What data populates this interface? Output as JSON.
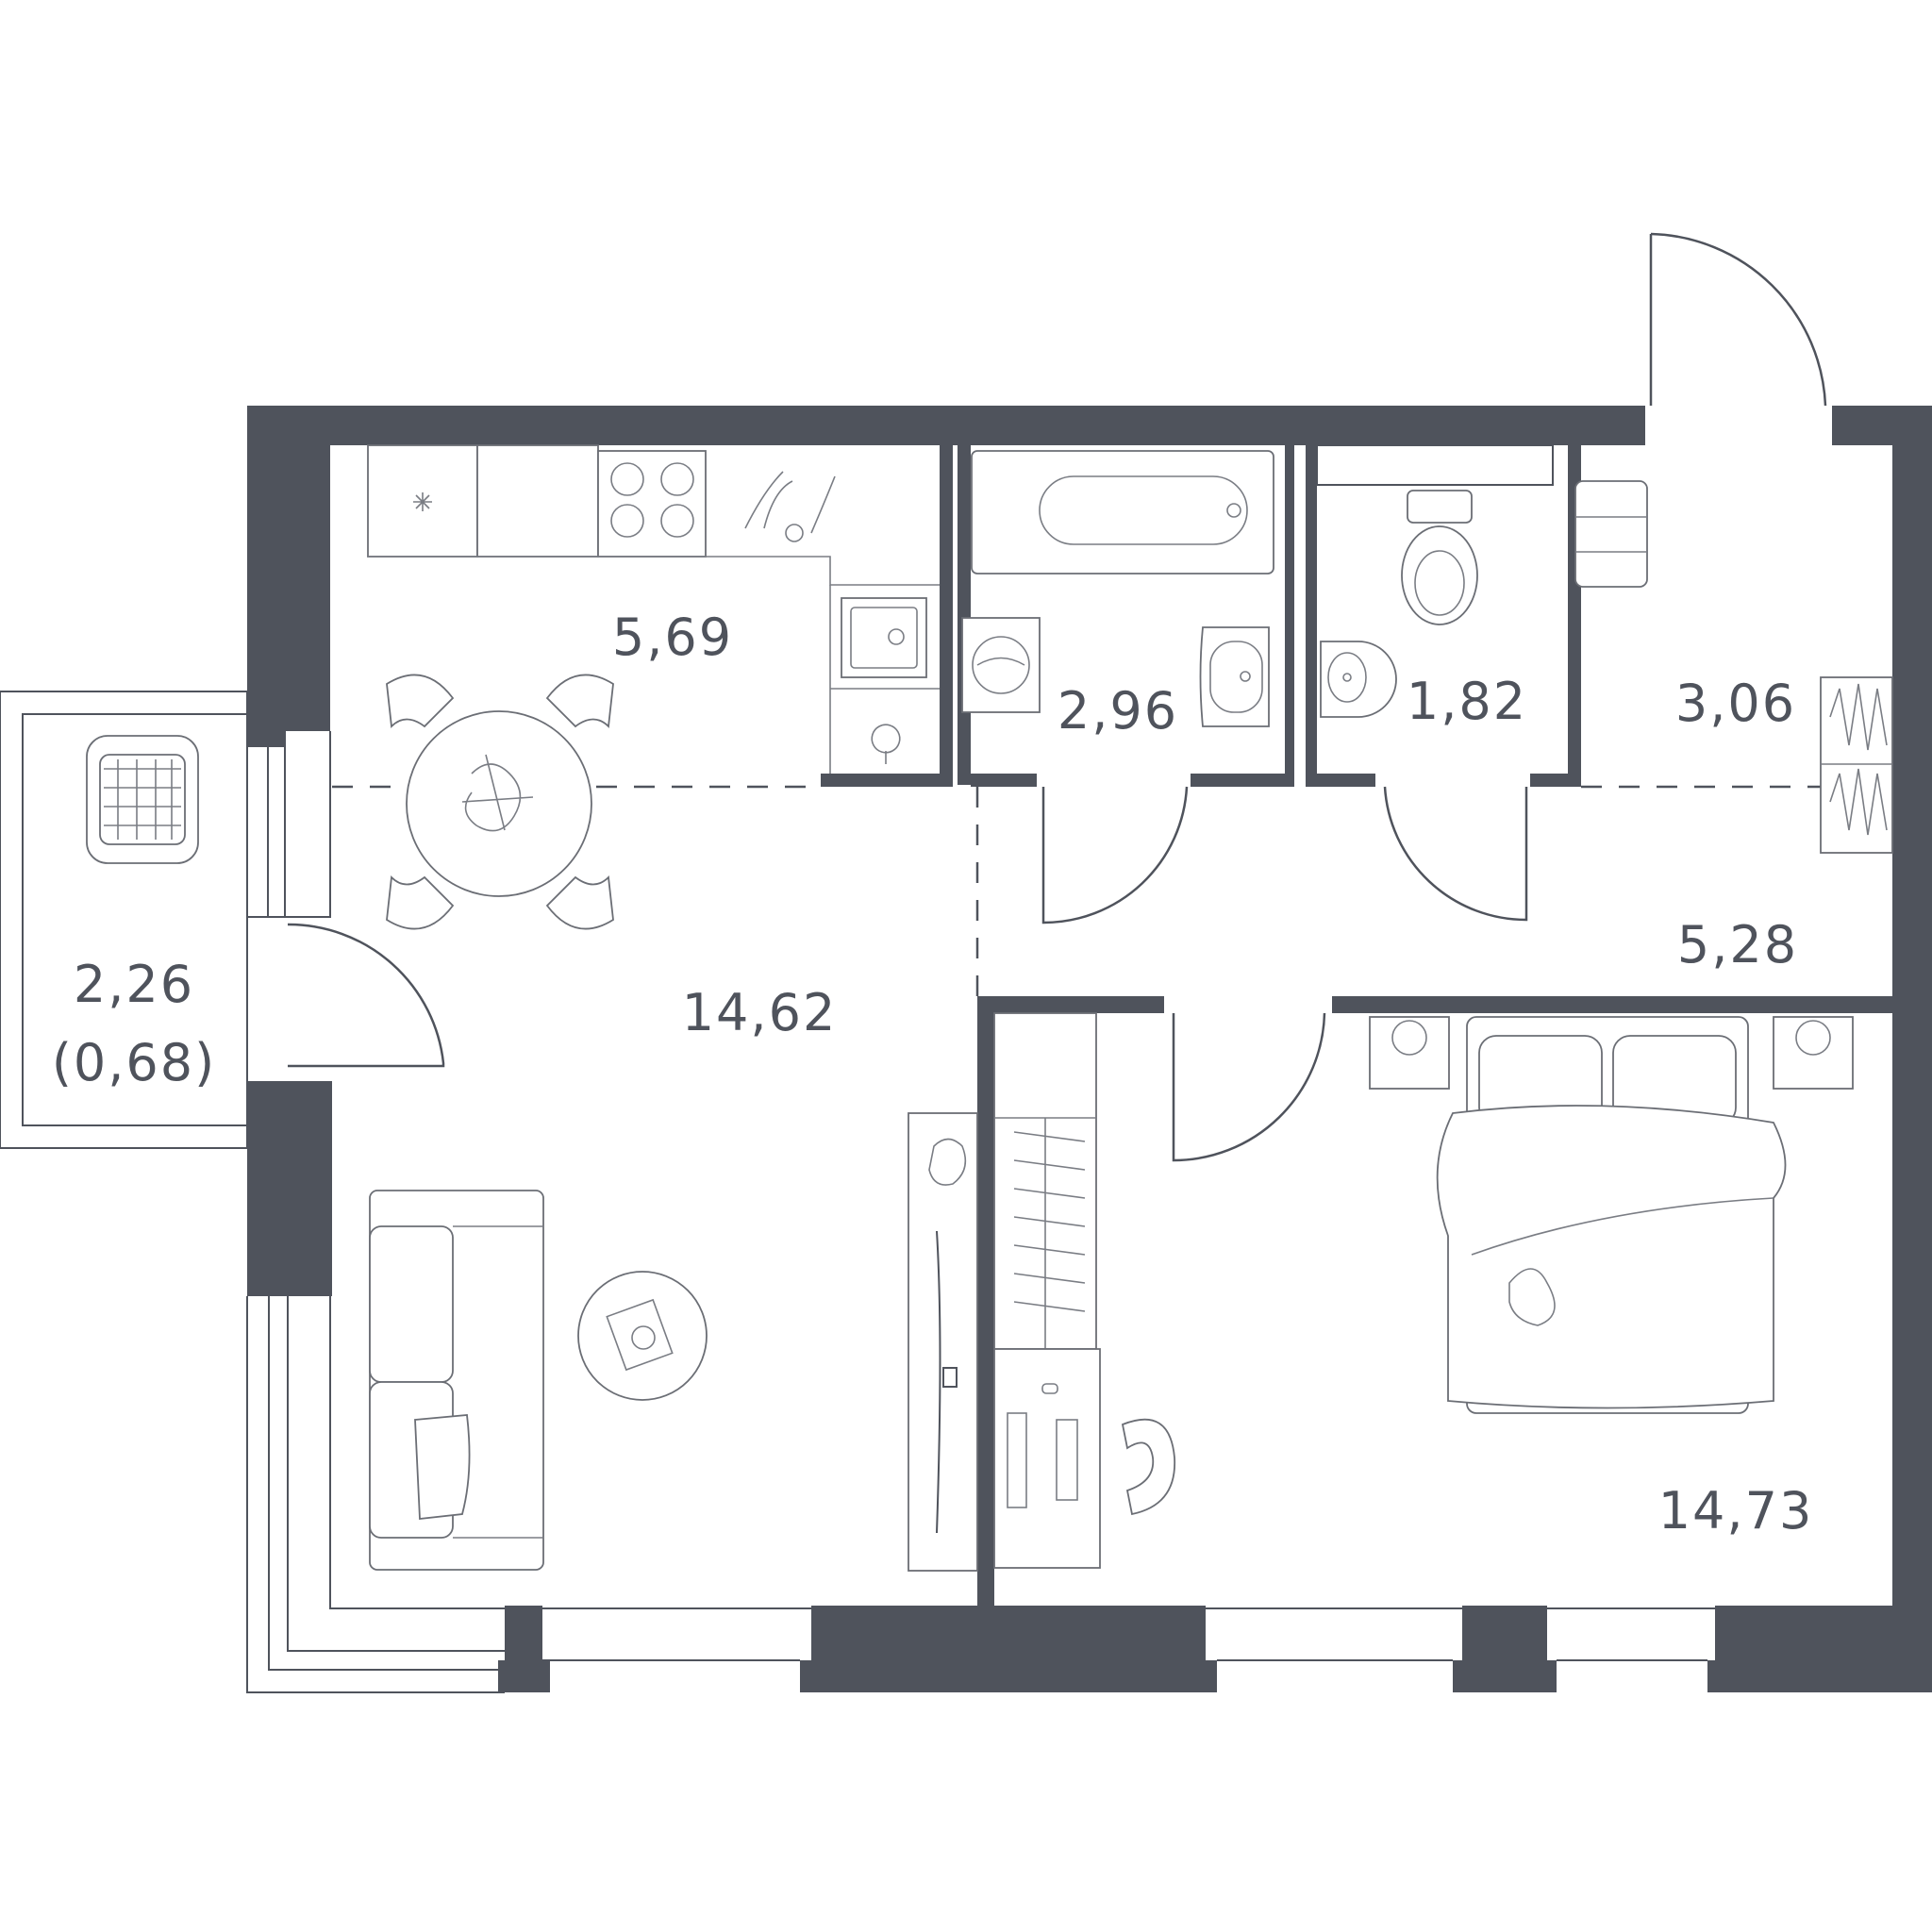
{
  "rooms": {
    "kitchen": {
      "area": "5,69"
    },
    "bathroom": {
      "area": "2,96"
    },
    "toilet": {
      "area": "1,82"
    },
    "wardrobe": {
      "area": "3,06"
    },
    "hallway": {
      "area": "5,28"
    },
    "living": {
      "area": "14,62"
    },
    "bedroom": {
      "area": "14,73"
    },
    "balcony": {
      "area": "2,26",
      "reduced_area": "(0,68)"
    }
  },
  "colors": {
    "wall": "#4f535c",
    "line": "#6b6e75",
    "background": "#ffffff"
  },
  "icons": [
    "refrigerator-icon",
    "stove-icon",
    "sink-icon",
    "bathtub-icon",
    "washing-machine-icon",
    "toilet-icon",
    "washbasin-icon",
    "dining-table-icon",
    "chair-icon",
    "sofa-icon",
    "coffee-table-icon",
    "tv-icon",
    "desk-icon",
    "desk-chair-icon",
    "bed-icon",
    "nightstand-icon",
    "armchair-icon",
    "shelf-icon"
  ]
}
